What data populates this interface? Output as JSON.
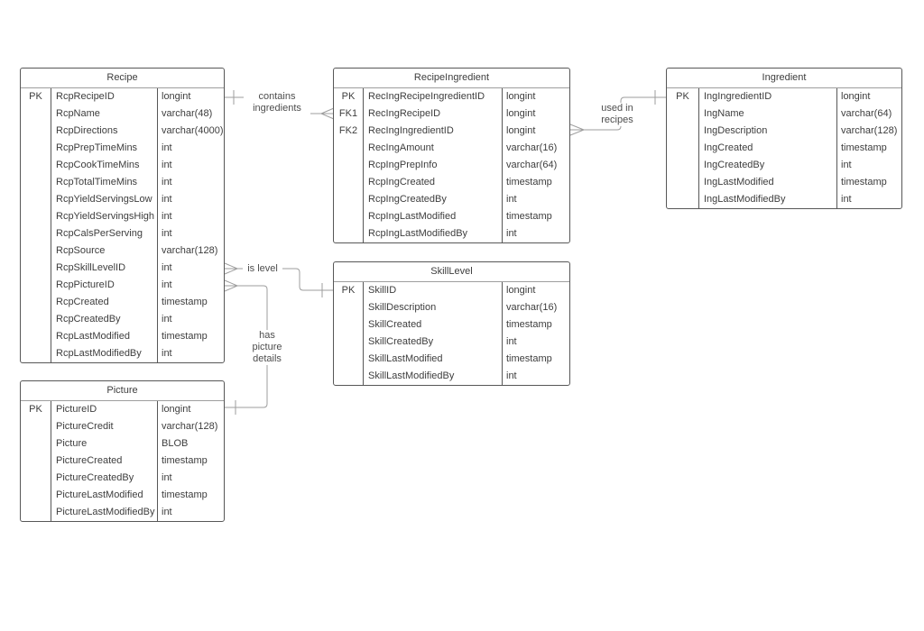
{
  "diagram": {
    "kind": "entity-relationship-diagram",
    "background_color": "#ffffff",
    "entity_border_color": "#575757",
    "header_separator_color": "#9e9e9e",
    "wire_color": "#9e9e9e",
    "text_color": "#3d3d3d",
    "label_text_color": "#4d4d4d"
  },
  "tables": {
    "recipe": {
      "title": "Recipe",
      "rows": [
        [
          "PK",
          "RcpRecipeID",
          "longint"
        ],
        [
          "",
          "RcpName",
          "varchar(48)"
        ],
        [
          "",
          "RcpDirections",
          "varchar(4000)"
        ],
        [
          "",
          "RcpPrepTimeMins",
          "int"
        ],
        [
          "",
          "RcpCookTimeMins",
          "int"
        ],
        [
          "",
          "RcpTotalTimeMins",
          "int"
        ],
        [
          "",
          "RcpYieldServingsLow",
          "int"
        ],
        [
          "",
          "RcpYieldServingsHigh",
          "int"
        ],
        [
          "",
          "RcpCalsPerServing",
          "int"
        ],
        [
          "",
          "RcpSource",
          "varchar(128)"
        ],
        [
          "",
          "RcpSkillLevelID",
          "int"
        ],
        [
          "",
          "RcpPictureID",
          "int"
        ],
        [
          "",
          "RcpCreated",
          "timestamp"
        ],
        [
          "",
          "RcpCreatedBy",
          "int"
        ],
        [
          "",
          "RcpLastModified",
          "timestamp"
        ],
        [
          "",
          "RcpLastModifiedBy",
          "int"
        ]
      ]
    },
    "recipeIngredient": {
      "title": "RecipeIngredient",
      "rows": [
        [
          "PK",
          "RecIngRecipeIngredientID",
          "longint"
        ],
        [
          "FK1",
          "RecIngRecipeID",
          "longint"
        ],
        [
          "FK2",
          "RecIngIngredientID",
          "longint"
        ],
        [
          "",
          "RecIngAmount",
          "varchar(16)"
        ],
        [
          "",
          "RcpIngPrepInfo",
          "varchar(64)"
        ],
        [
          "",
          "RcpIngCreated",
          "timestamp"
        ],
        [
          "",
          "RcpIngCreatedBy",
          "int"
        ],
        [
          "",
          "RcpIngLastModified",
          "timestamp"
        ],
        [
          "",
          "RcpIngLastModifiedBy",
          "int"
        ]
      ]
    },
    "ingredient": {
      "title": "Ingredient",
      "rows": [
        [
          "PK",
          "IngIngredientID",
          "longint"
        ],
        [
          "",
          "IngName",
          "varchar(64)"
        ],
        [
          "",
          "IngDescription",
          "varchar(128)"
        ],
        [
          "",
          "IngCreated",
          "timestamp"
        ],
        [
          "",
          "IngCreatedBy",
          "int"
        ],
        [
          "",
          "IngLastModified",
          "timestamp"
        ],
        [
          "",
          "IngLastModifiedBy",
          "int"
        ]
      ]
    },
    "skillLevel": {
      "title": "SkillLevel",
      "rows": [
        [
          "PK",
          "SkillID",
          "longint"
        ],
        [
          "",
          "SkillDescription",
          "varchar(16)"
        ],
        [
          "",
          "SkillCreated",
          "timestamp"
        ],
        [
          "",
          "SkillCreatedBy",
          "int"
        ],
        [
          "",
          "SkillLastModified",
          "timestamp"
        ],
        [
          "",
          "SkillLastModifiedBy",
          "int"
        ]
      ]
    },
    "picture": {
      "title": "Picture",
      "rows": [
        [
          "PK",
          "PictureID",
          "longint"
        ],
        [
          "",
          "PictureCredit",
          "varchar(128)"
        ],
        [
          "",
          "Picture",
          "BLOB"
        ],
        [
          "",
          "PictureCreated",
          "timestamp"
        ],
        [
          "",
          "PictureCreatedBy",
          "int"
        ],
        [
          "",
          "PictureLastModified",
          "timestamp"
        ],
        [
          "",
          "PictureLastModifiedBy",
          "int"
        ]
      ]
    }
  },
  "relationships": [
    {
      "label": "contains ingredients",
      "from": "Recipe",
      "to": "RecipeIngredient",
      "from_cardinality": "one",
      "to_cardinality": "many"
    },
    {
      "label": "used in recipes",
      "from": "RecipeIngredient",
      "to": "Ingredient",
      "from_cardinality": "many",
      "to_cardinality": "one"
    },
    {
      "label": "is level",
      "from": "Recipe",
      "to": "SkillLevel",
      "from_cardinality": "many",
      "to_cardinality": "one"
    },
    {
      "label": "has picture details",
      "from": "Recipe",
      "to": "Picture",
      "from_cardinality": "many",
      "to_cardinality": "one"
    }
  ]
}
